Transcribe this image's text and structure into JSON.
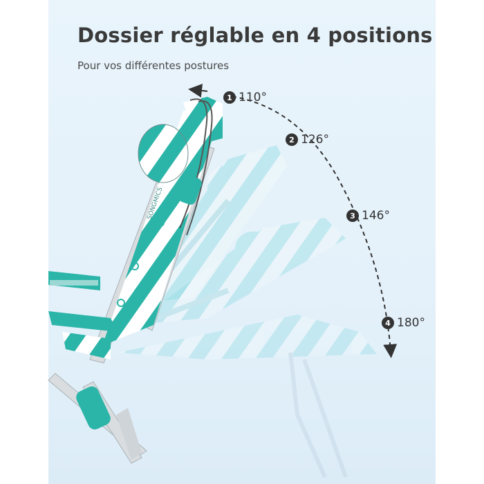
{
  "header": {
    "title": "Dossier réglable en 4 positions",
    "subtitle": "Pour vos différentes postures"
  },
  "positions": [
    {
      "number": "1",
      "angle": "110°"
    },
    {
      "number": "2",
      "angle": "126°"
    },
    {
      "number": "3",
      "angle": "146°"
    },
    {
      "number": "4",
      "angle": "180°"
    }
  ],
  "product": {
    "brand_label": "SONGMICS"
  },
  "colors": {
    "teal": "#2bb5a8",
    "background": "#e6f2fa",
    "text": "#333333"
  }
}
